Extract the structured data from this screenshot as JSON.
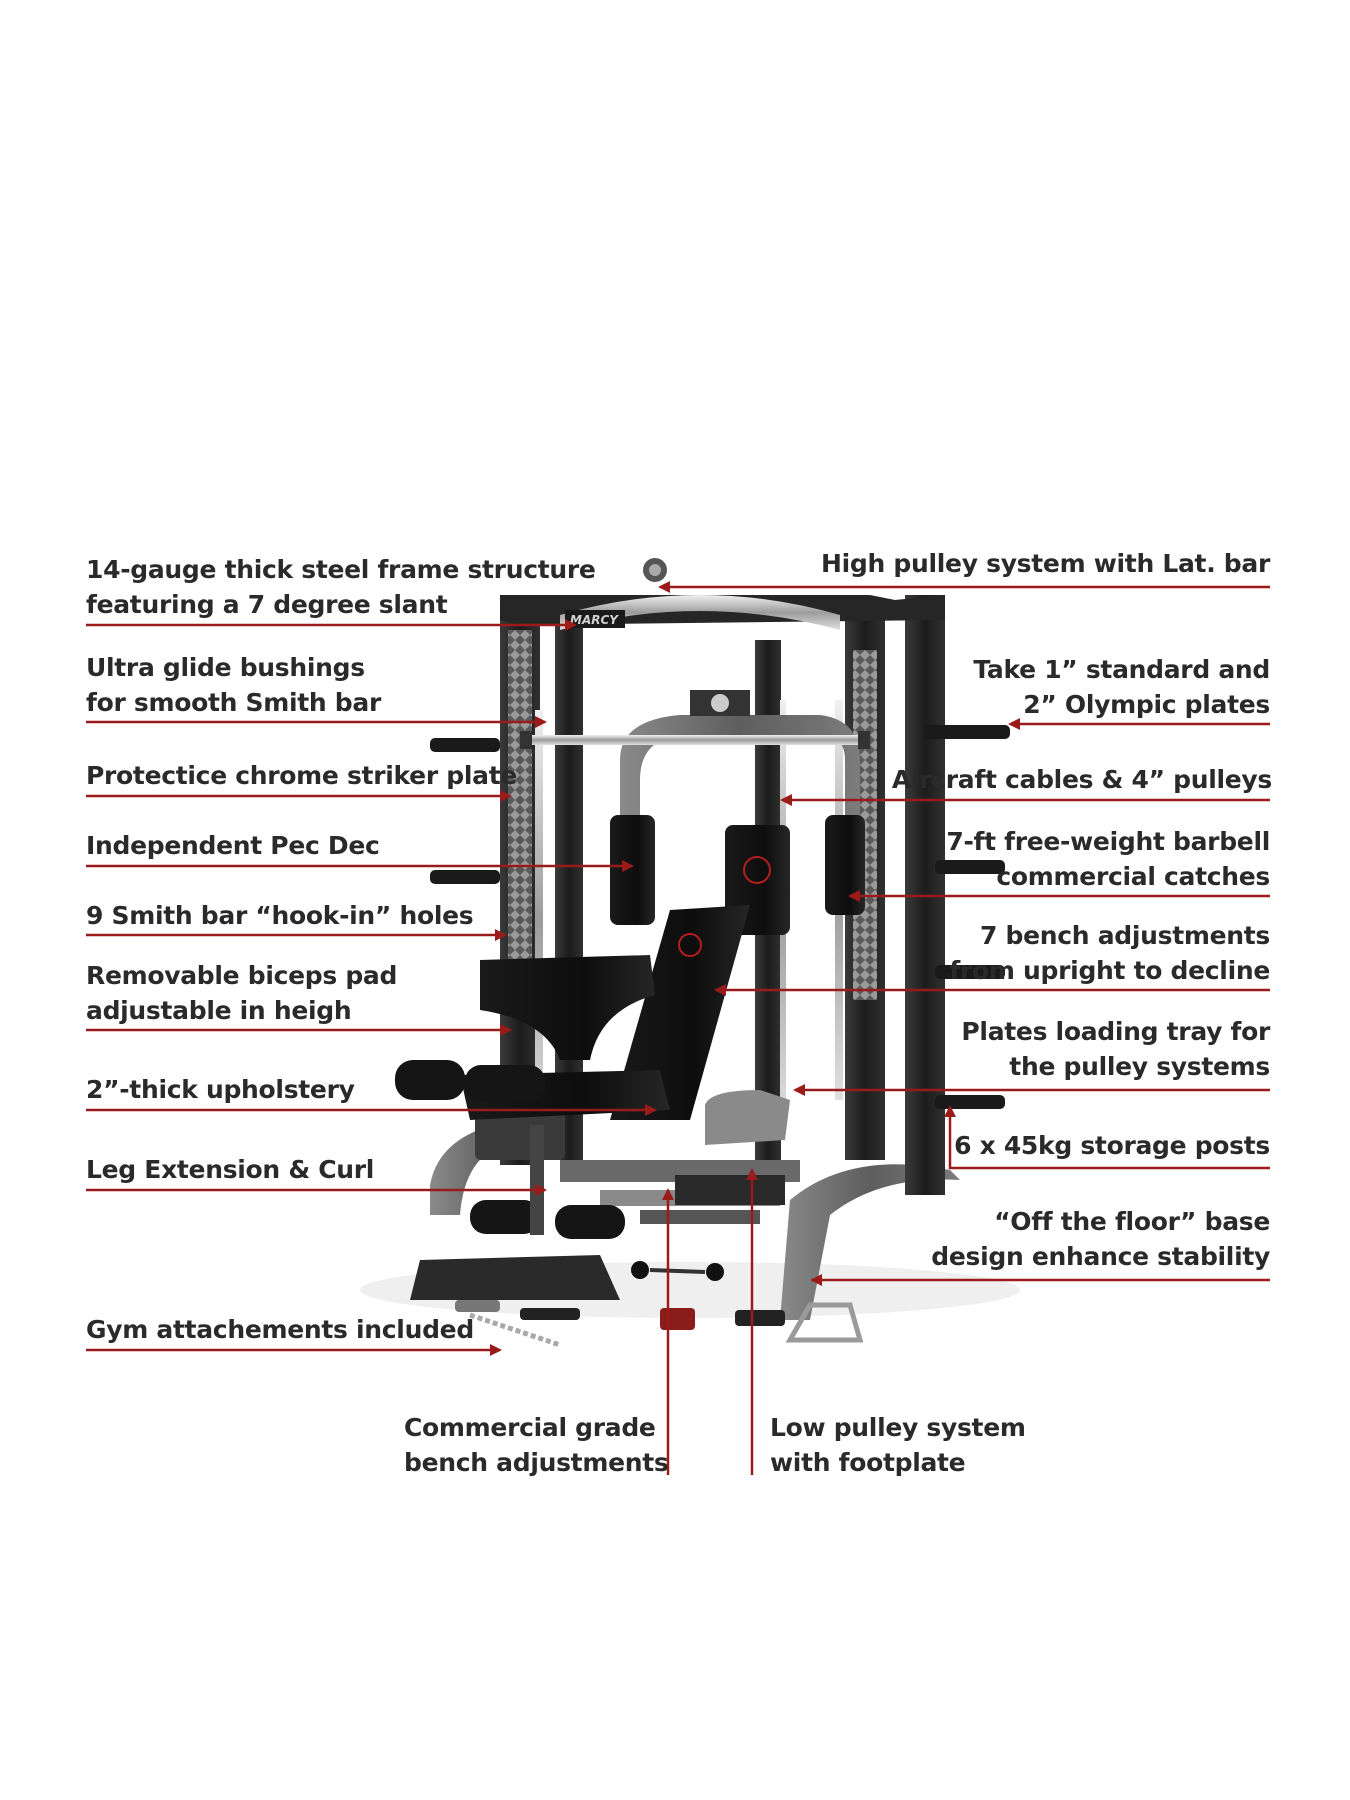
{
  "brand": {
    "logo_text": "MARCY",
    "accent": "#9b1b1b",
    "frame": "#222222",
    "frame_light": "#7a7a7a",
    "pad": "#111111",
    "chrome": "#c8c8c8"
  },
  "callouts_left": [
    {
      "lines": [
        "14-gauge thick steel frame structure",
        "featuring a 7 degree slant"
      ]
    },
    {
      "lines": [
        "Ultra glide bushings",
        "for smooth Smith bar"
      ]
    },
    {
      "lines": [
        "Protectice chrome striker plate"
      ]
    },
    {
      "lines": [
        "Independent Pec Dec"
      ]
    },
    {
      "lines": [
        "9 Smith bar “hook-in” holes"
      ]
    },
    {
      "lines": [
        "Removable biceps pad",
        "adjustable in heigh"
      ]
    },
    {
      "lines": [
        "2”-thick upholstery"
      ]
    },
    {
      "lines": [
        "Leg Extension & Curl"
      ]
    },
    {
      "lines": [
        "Gym attachements included"
      ]
    }
  ],
  "callouts_right": [
    {
      "lines": [
        "High pulley system with Lat. bar"
      ]
    },
    {
      "lines": [
        "Take 1” standard and",
        "2” Olympic plates"
      ]
    },
    {
      "lines": [
        "Aircraft cables & 4” pulleys"
      ]
    },
    {
      "lines": [
        "7-ft free-weight barbell",
        "commercial catches"
      ]
    },
    {
      "lines": [
        "7 bench adjustments",
        "from upright to decline"
      ]
    },
    {
      "lines": [
        "Plates loading tray for",
        "the pulley systems"
      ]
    },
    {
      "lines": [
        "6 x 45kg storage posts"
      ]
    },
    {
      "lines": [
        "“Off the floor” base",
        "design enhance stability"
      ]
    }
  ],
  "callouts_bottom": [
    {
      "lines": [
        "Commercial grade",
        "bench adjustments"
      ]
    },
    {
      "lines": [
        "Low pulley system",
        "with footplate"
      ]
    }
  ]
}
